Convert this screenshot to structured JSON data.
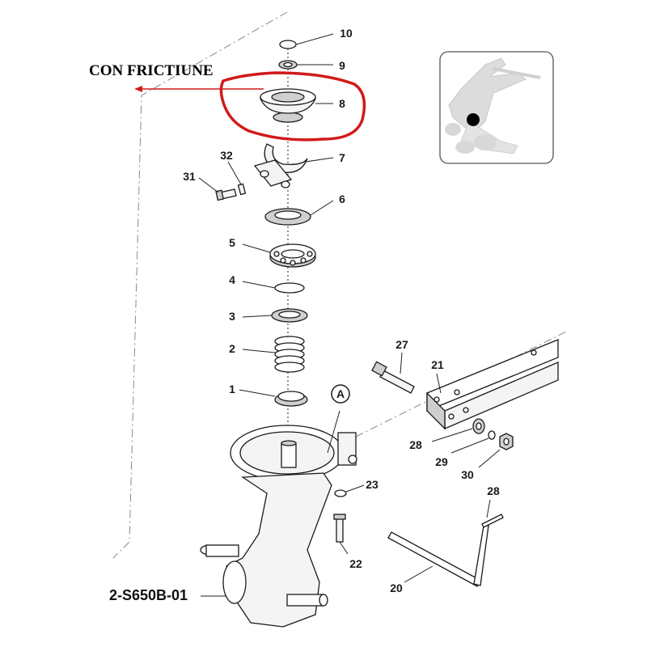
{
  "caption": {
    "text": "CON FRICTIUNE",
    "color": "#d11a1a"
  },
  "diagram_code": "2-S650B-01",
  "reference_marker": "A",
  "parts": {
    "p1": "1",
    "p2": "2",
    "p3": "3",
    "p4": "4",
    "p5": "5",
    "p6": "6",
    "p7": "7",
    "p8": "8",
    "p9": "9",
    "p10": "10",
    "p20": "20",
    "p21": "21",
    "p22": "22",
    "p23": "23",
    "p27": "27",
    "p28a": "28",
    "p28b": "28",
    "p29": "29",
    "p30": "30",
    "p31": "31",
    "p32": "32"
  },
  "inset": {
    "icon": "tiller-location-thumbnail-icon",
    "highlight_color": "#000000"
  },
  "highlight_color": "#d11a1a"
}
